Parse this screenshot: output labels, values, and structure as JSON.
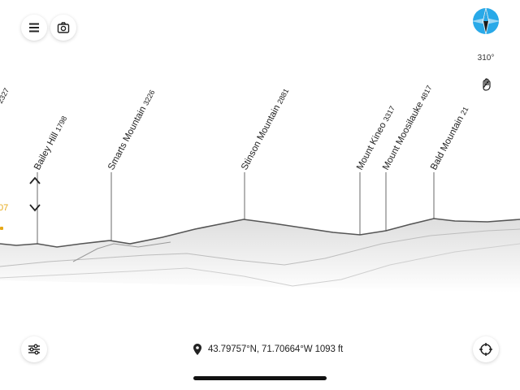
{
  "peaks": [
    {
      "name": "",
      "elev": "2327",
      "clipped": true
    },
    {
      "name": "Bailey Hill",
      "elev": "1798"
    },
    {
      "name": "Smarts Mountain",
      "elev": "3226"
    },
    {
      "name": "Stinson Mountain",
      "elev": "2881"
    },
    {
      "name": "Mount Kineo",
      "elev": "3317"
    },
    {
      "name": "Mount Moosilauke",
      "elev": "4817"
    },
    {
      "name": "Bald Mountain",
      "elev": "21"
    }
  ],
  "compass": {
    "heading": "310°"
  },
  "location": {
    "text": "43.79757°N, 71.70664°W 1093 ft"
  },
  "side_indicator": {
    "value": "07"
  },
  "icons": {
    "menu": "menu-icon",
    "camera": "camera-icon",
    "compass": "compass-icon",
    "filters": "sliders-icon",
    "locate": "crosshair-icon",
    "pin": "location-pin-icon",
    "hand": "hand-icon"
  },
  "colors": {
    "accent": "#29a9e8",
    "warning": "#e6a817",
    "ridge": "#555555"
  }
}
